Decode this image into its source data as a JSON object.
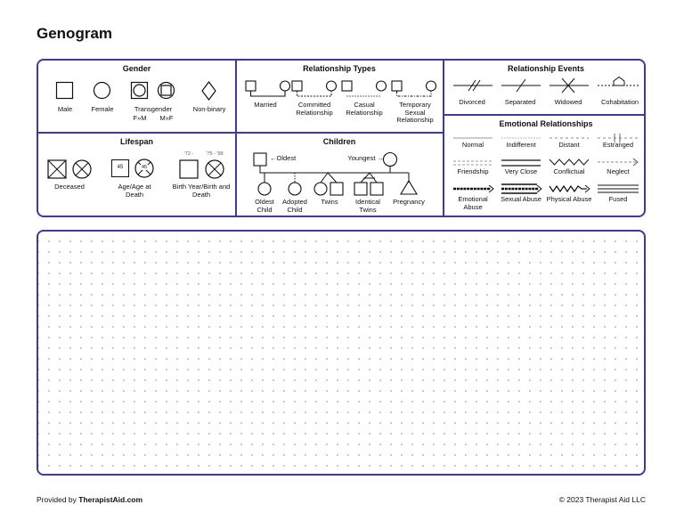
{
  "title": "Genogram",
  "colors": {
    "accent": "#3b3b9a"
  },
  "gender": {
    "title": "Gender",
    "male": "Male",
    "female": "Female",
    "transgender": "Transgender",
    "transgender_fm": "F»M",
    "transgender_mf": "M»F",
    "nonbinary": "Non-binary"
  },
  "relationship_types": {
    "title": "Relationship Types",
    "married": "Married",
    "committed": "Committed Relationship",
    "casual": "Casual Relationship",
    "temporary": "Temporary Sexual Relationship"
  },
  "relationship_events": {
    "title": "Relationship Events",
    "divorced": "Divorced",
    "separated": "Separated",
    "widowed": "Widowed",
    "cohabitation": "Cohabitation"
  },
  "lifespan": {
    "title": "Lifespan",
    "deceased": "Deceased",
    "age_at_death": "Age/Age at Death",
    "age_sample_1": "45",
    "age_sample_2": "45",
    "birth_death": "Birth Year/Birth and Death",
    "year_sample_1": "'72 -",
    "year_sample_2": "'75 - '99"
  },
  "children": {
    "title": "Children",
    "oldest_arrow": "←Oldest",
    "youngest_arrow": "Youngest →",
    "oldest_child": "Oldest Child",
    "adopted_child": "Adopted Child",
    "twins": "Twins",
    "identical_twins": "Identical Twins",
    "pregnancy": "Pregnancy"
  },
  "emotional": {
    "title": "Emotional Relationships",
    "normal": "Normal",
    "indifferent": "Indifferent",
    "distant": "Distant",
    "estranged": "Estranged",
    "friendship": "Friendship",
    "very_close": "Very Close",
    "conflictual": "Conflictual",
    "neglect": "Neglect",
    "emotional_abuse": "Emotional Abuse",
    "sexual_abuse": "Sexual Abuse",
    "physical_abuse": "Physical Abuse",
    "fused": "Fused"
  },
  "footer": {
    "provided_by": "Provided by",
    "brand": "TherapistAid.com",
    "copyright": "© 2023 Therapist Aid LLC"
  }
}
